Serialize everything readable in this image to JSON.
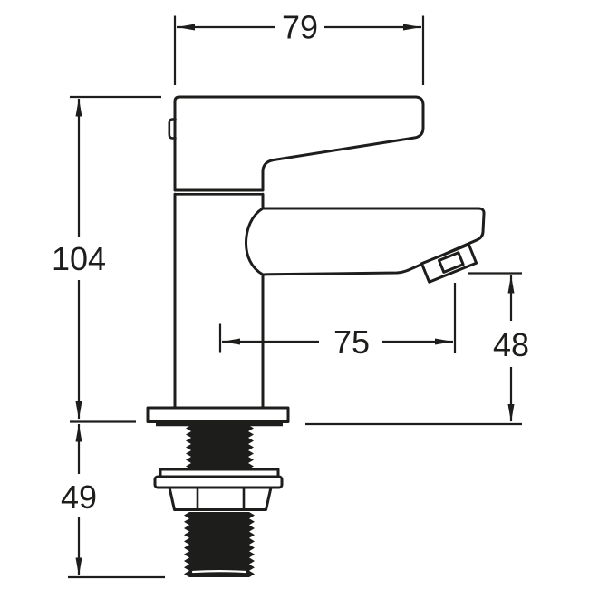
{
  "page": {
    "background": "#ffffff",
    "line_color": "#1d1d1b"
  },
  "drawing": {
    "type": "technical-dimension-drawing",
    "subject": "single-lever basin tap (faucet), side elevation with threaded mounting shank",
    "dimensions": {
      "overall_width": "79",
      "overall_height": "104",
      "spout_reach": "75",
      "spout_outlet_height": "48",
      "shank_length": "49"
    }
  }
}
